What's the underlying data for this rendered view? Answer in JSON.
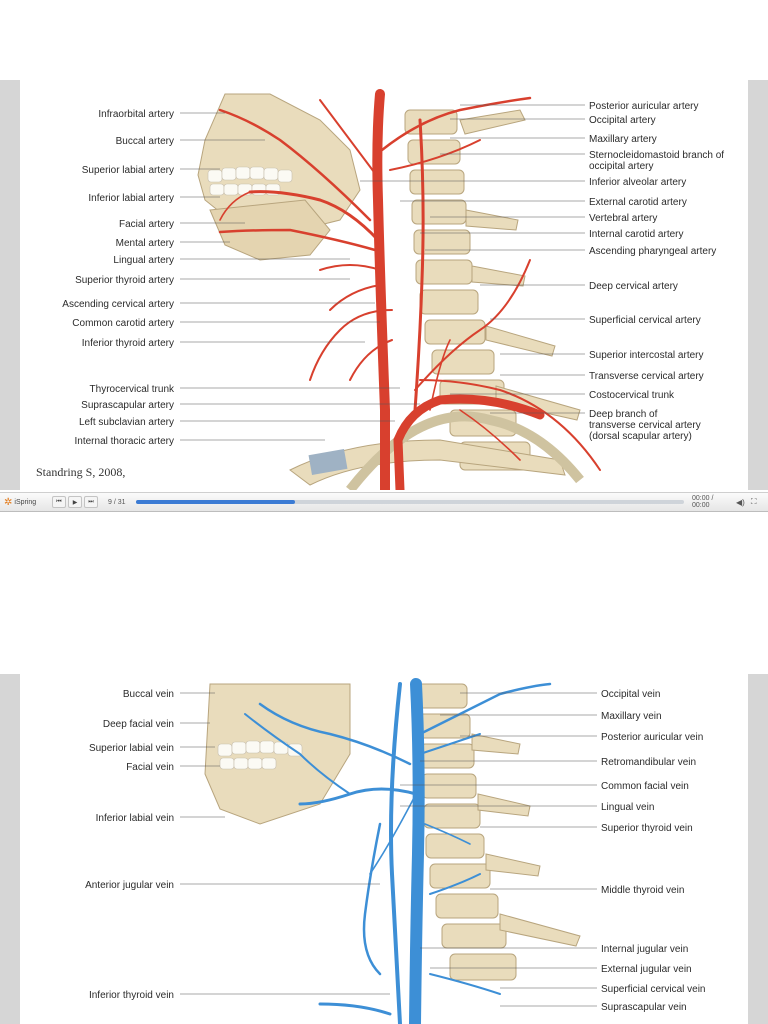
{
  "slide1": {
    "credit": "Standring  S, 2008,",
    "left_labels": [
      "Infraorbital artery",
      "Buccal artery",
      "Superior labial artery",
      "Inferior labial artery",
      "Facial artery",
      "Mental artery",
      "Lingual artery",
      "Superior thyroid artery",
      "Ascending cervical artery",
      "Common carotid artery",
      "Inferior thyroid artery",
      "Thyrocervical trunk",
      "Suprascapular artery",
      "Left subclavian artery",
      "Internal thoracic artery"
    ],
    "right_labels": [
      "Posterior auricular artery",
      "Occipital artery",
      "Maxillary artery",
      "Sternocleidomastoid branch of",
      "occipital artery",
      "Inferior alveolar artery",
      "External carotid artery",
      "Vertebral artery",
      "Internal carotid artery",
      "Ascending pharyngeal artery",
      "Deep cervical artery",
      "Superficial cervical artery",
      "Superior intercostal artery",
      "Transverse cervical artery",
      "Costocervical trunk",
      "Deep branch of",
      "transverse cervical artery",
      "(dorsal scapular artery)"
    ],
    "colors": {
      "vessel": "#d8402e",
      "bone": "#e9dcbc"
    }
  },
  "player": {
    "brand": "iSpring",
    "slide_counter": "9 / 31",
    "progress": 0.29,
    "time": "00:00 / 00:00",
    "buttons": {
      "prev": "⏮",
      "play": "▶",
      "next": "⏭",
      "volume": "◀)",
      "fullscreen": "⛶"
    }
  },
  "slide2": {
    "left_labels": [
      "Buccal vein",
      "Deep facial vein",
      "Superior labial vein",
      "Facial vein",
      "Inferior labial vein",
      "Anterior jugular vein",
      "Inferior thyroid vein"
    ],
    "right_labels": [
      "Occipital vein",
      "Maxillary vein",
      "Posterior auricular vein",
      "Retromandibular vein",
      "Common facial vein",
      "Lingual vein",
      "Superior thyroid vein",
      "Middle thyroid vein",
      "Internal jugular vein",
      "External jugular vein",
      "Superficial cervical vein",
      "Suprascapular vein"
    ],
    "colors": {
      "vessel": "#3d8fd6",
      "bone": "#e9dcbc"
    }
  }
}
